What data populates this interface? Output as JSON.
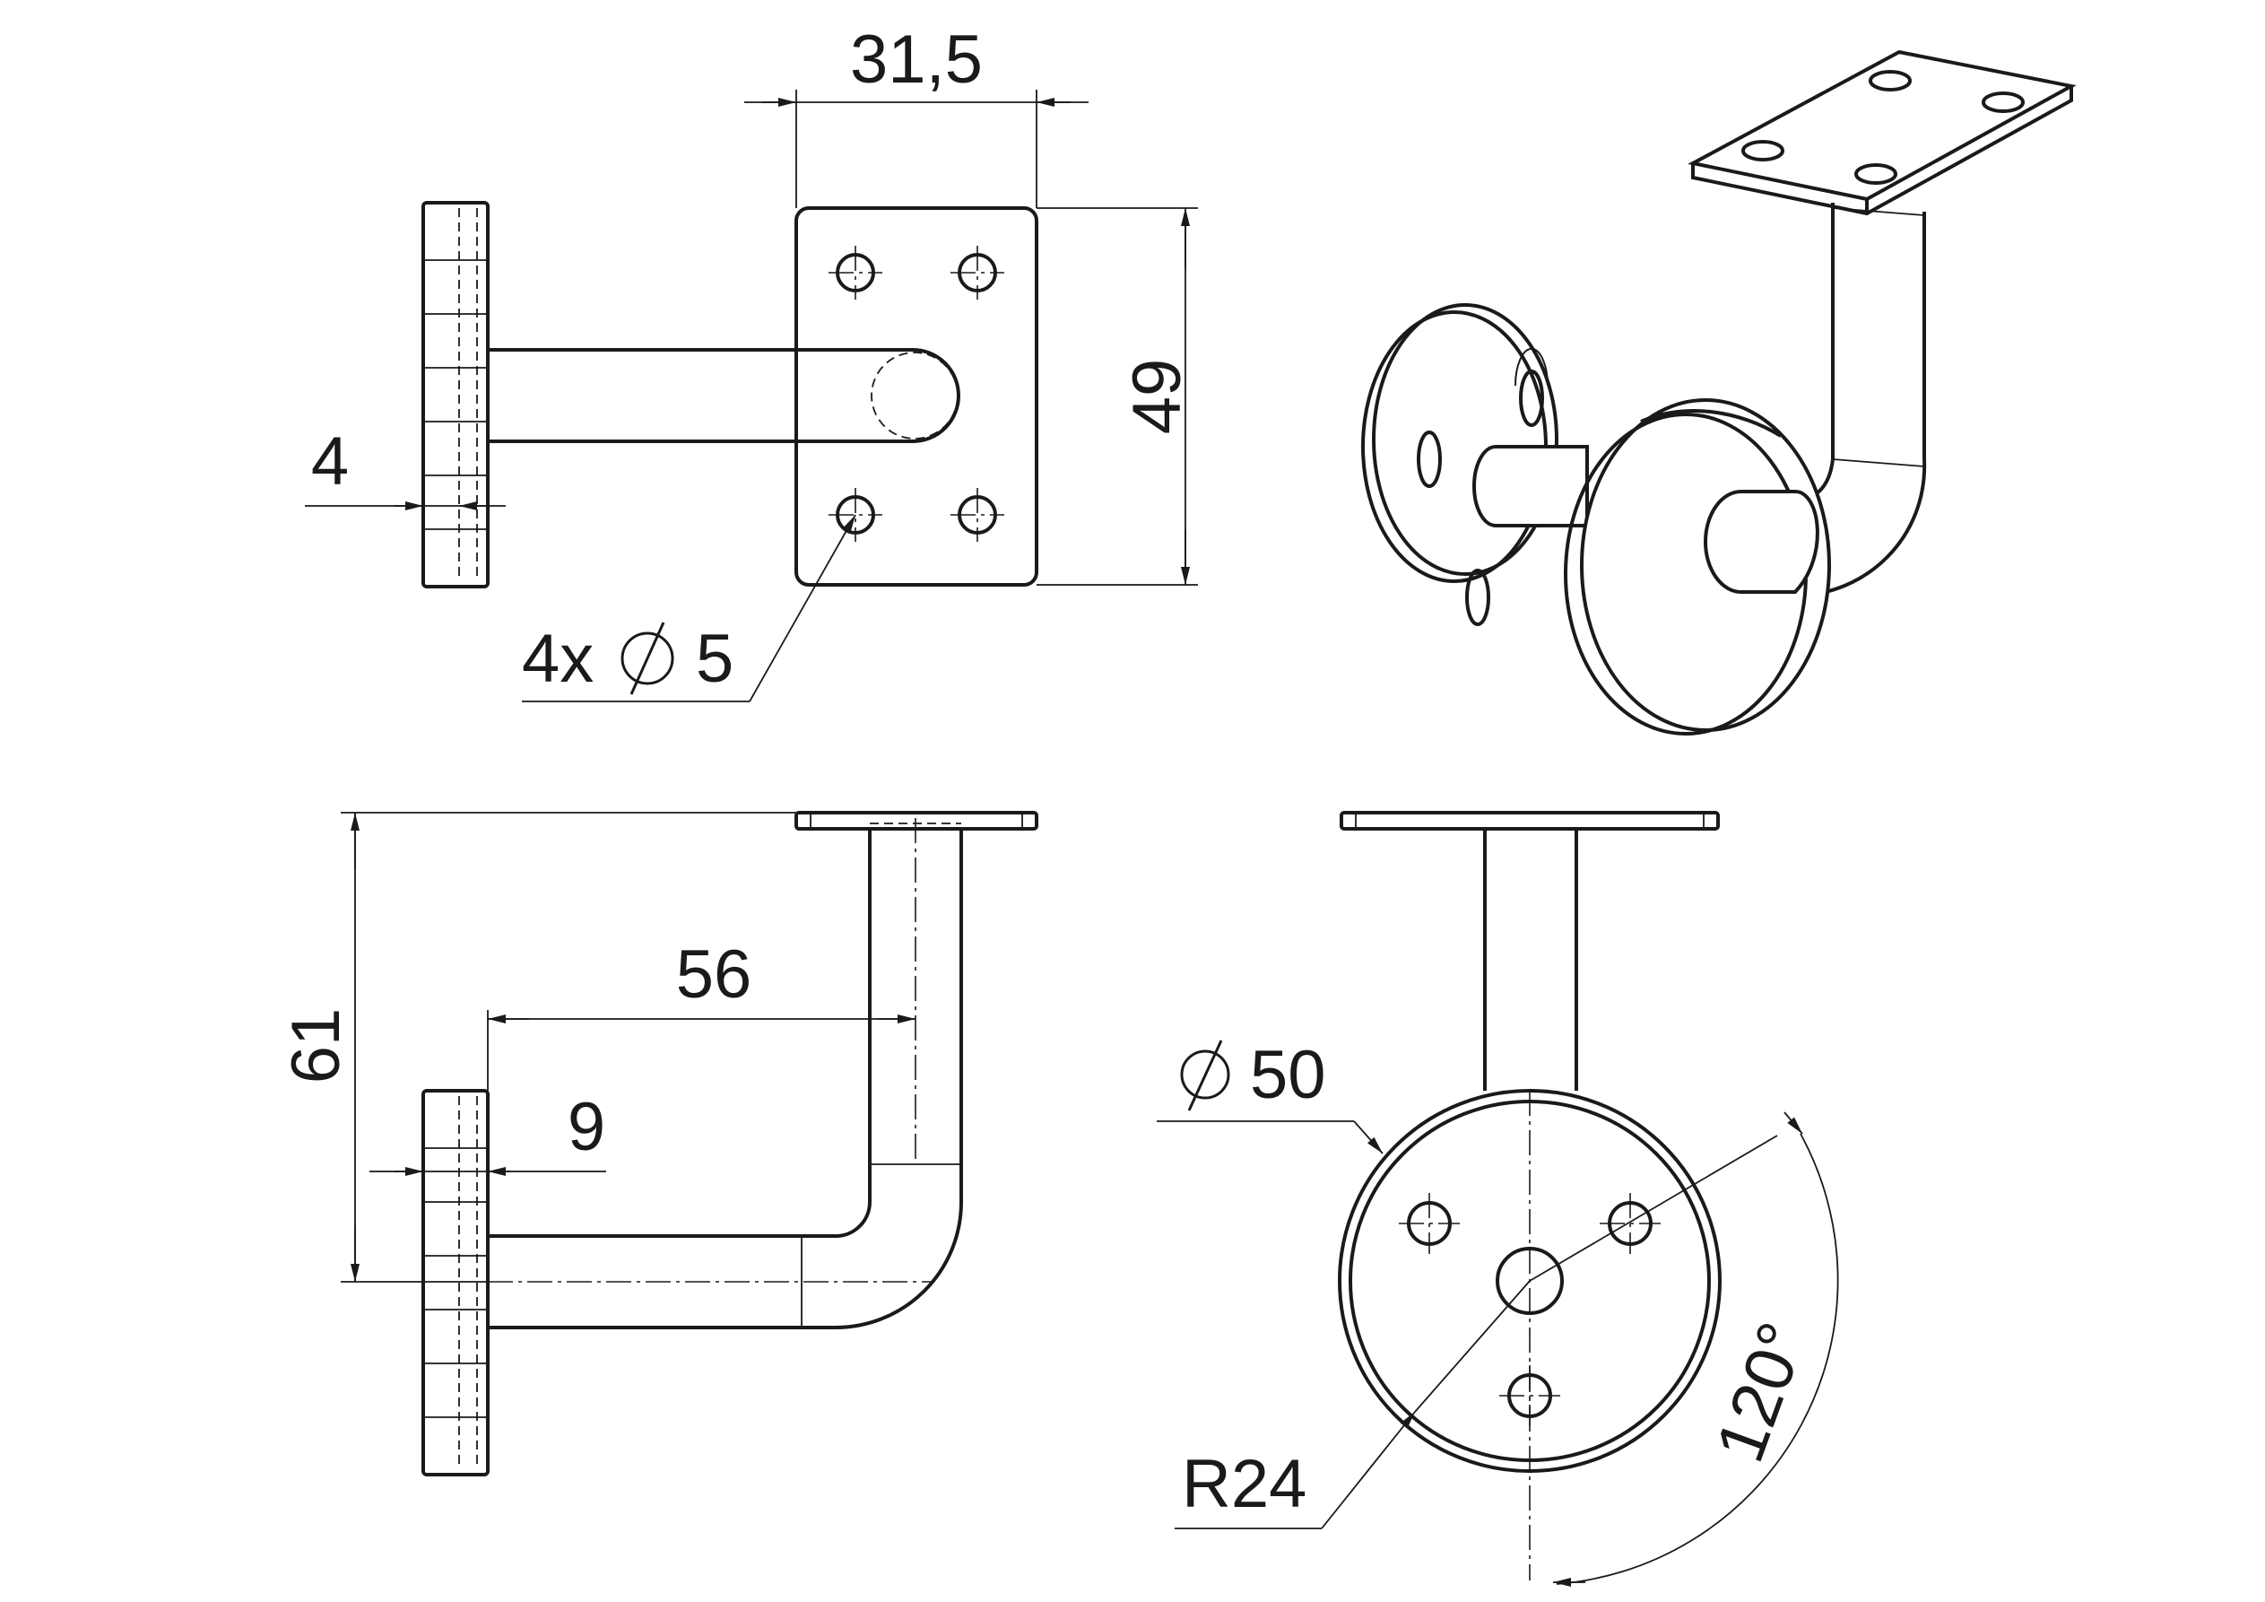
{
  "dimensions": {
    "top_width": "31,5",
    "plate_height": "49",
    "plate_thickness": "4",
    "holes": "4x",
    "hole_diameter": "5",
    "side_height": "61",
    "side_depth": "56",
    "side_offset": "9",
    "disc_diameter": "50",
    "bolt_radius": "R24",
    "angle": "120°"
  }
}
